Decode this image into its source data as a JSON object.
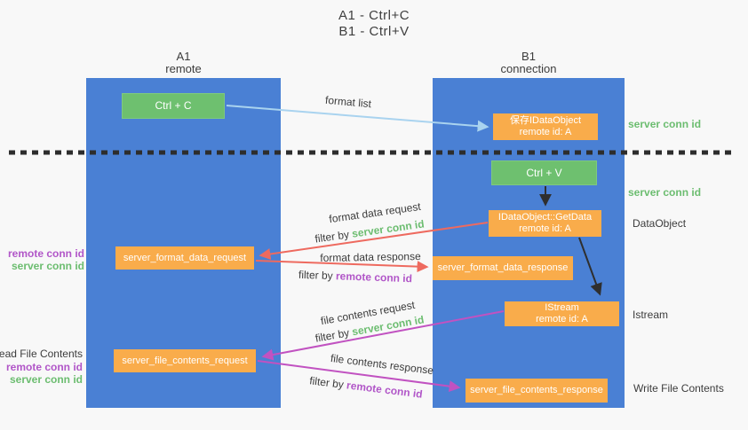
{
  "title": {
    "line1": "A1 - Ctrl+C",
    "line2": "B1 - Ctrl+V"
  },
  "colors": {
    "background": "#f8f8f8",
    "lifeline_blue": "#4a80d4",
    "box_orange": "#f9ac4b",
    "box_green": "#6ec06f",
    "arrow_lightblue": "#a9d3ef",
    "arrow_red": "#ee6a5f",
    "arrow_magenta": "#c152c1",
    "arrow_black": "#2f2f2f",
    "text_green": "#6cbd70",
    "text_purple": "#b156c8",
    "text_black": "#3c3c3c"
  },
  "lifelines": {
    "left": {
      "name": "A1",
      "role": "remote"
    },
    "right": {
      "name": "B1",
      "role": "connection"
    }
  },
  "copy_phase": {
    "ctrl_c_label": "Ctrl + C",
    "format_list_label": "format list",
    "save_dataobject_box": {
      "line1": "保存IDataObject",
      "line2": "remote id: A"
    },
    "server_conn_id_label": "server conn id"
  },
  "paste_phase": {
    "ctrl_v_label": "Ctrl + V",
    "server_conn_id_label": "server conn id",
    "getdata_box": {
      "line1": "IDataObject::GetData",
      "line2": "remote id: A"
    },
    "dataobject_label": "DataObject",
    "format_request": {
      "label": "format data request",
      "filter_prefix": "filter by",
      "filter_key": "server conn id"
    },
    "request_box_label": "server_format_data_request",
    "left_ids": {
      "remote": "remote conn id",
      "server": "server conn id"
    },
    "format_response": {
      "label": "format data response",
      "filter_prefix": "filter by",
      "filter_key": "remote conn id"
    },
    "response_box_label": "server_format_data_response"
  },
  "file_phase": {
    "istream_box": {
      "line1": "IStream",
      "line2": "remote id: A"
    },
    "istream_label": "Istream",
    "file_request": {
      "label": "file contents request",
      "filter_prefix": "filter by",
      "filter_key": "server conn id"
    },
    "request_box_label": "server_file_contents_request",
    "read_label": "Read File Contents",
    "left_ids": {
      "remote": "remote conn id",
      "server": "server conn id"
    },
    "file_response": {
      "label": "file contents response",
      "filter_prefix": "filter by",
      "filter_key": "remote conn id"
    },
    "response_box_label": "server_file_contents_response",
    "write_label": "Write File Contents"
  }
}
